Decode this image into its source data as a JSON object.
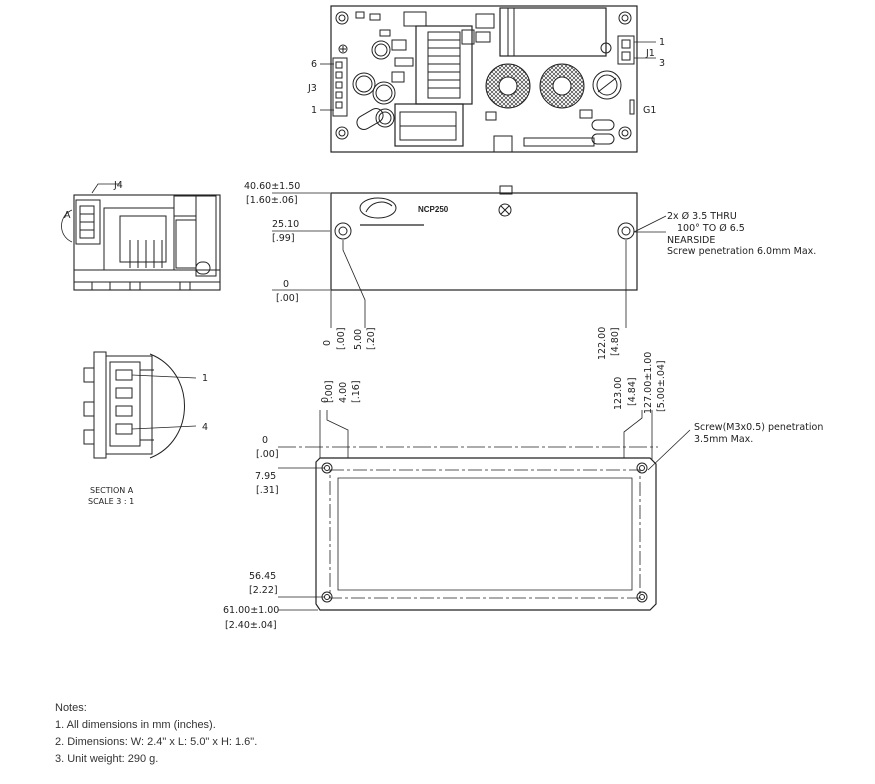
{
  "top_view": {
    "pin_6": "6",
    "connector_j3": "J3",
    "pin_1_j3": "1",
    "connector_j1": "J1",
    "pin_1_j1": "1",
    "pin_3_j1": "3",
    "ground_g1": "G1"
  },
  "side_view": {
    "connector_j4": "J4",
    "section_marker": "A"
  },
  "section_a": {
    "pin_1": "1",
    "pin_4": "4",
    "title": "SECTION A",
    "scale": "SCALE 3 : 1"
  },
  "front_view": {
    "logo_text": "NCP250",
    "height_mm": "40.60±1.50",
    "height_in": "[1.60±.06]",
    "hole_y_mm": "25.10",
    "hole_y_in": "[.99]",
    "base_mm": "0",
    "base_in": "[.00]",
    "hole_note_line1": "2x Ø 3.5 THRU",
    "hole_note_line2": "100° TO Ø 6.5",
    "hole_note_line3": "NEARSIDE",
    "hole_note_line4": "Screw penetration 6.0mm Max.",
    "x0_mm": "0",
    "x0_in": "[.00]",
    "x1_mm": "5.00",
    "x1_in": "[.20]",
    "x2_mm": "122.00",
    "x2_in": "[4.80]"
  },
  "bottom_view": {
    "x0_mm": "0",
    "x0_in": "[.00]",
    "x1_mm": "4.00",
    "x1_in": "[.16]",
    "x2_mm": "123.00",
    "x2_in": "[4.84]",
    "x3_mm": "127.00±1.00",
    "x3_in": "[5.00±.04]",
    "y0_mm": "0",
    "y0_in": "[.00]",
    "y1_mm": "7.95",
    "y1_in": "[.31]",
    "y2_mm": "56.45",
    "y2_in": "[2.22]",
    "y3_mm": "61.00±1.00",
    "y3_in": "[2.40±.04]",
    "screw_note_line1": "Screw(M3x0.5) penetration",
    "screw_note_line2": "3.5mm Max."
  },
  "notes": {
    "heading": "Notes:",
    "items": [
      "1. All dimensions in mm (inches).",
      "2. Dimensions: W: 2.4\" x L: 5.0\" x H: 1.6\".",
      "3. Unit weight: 290 g."
    ]
  }
}
